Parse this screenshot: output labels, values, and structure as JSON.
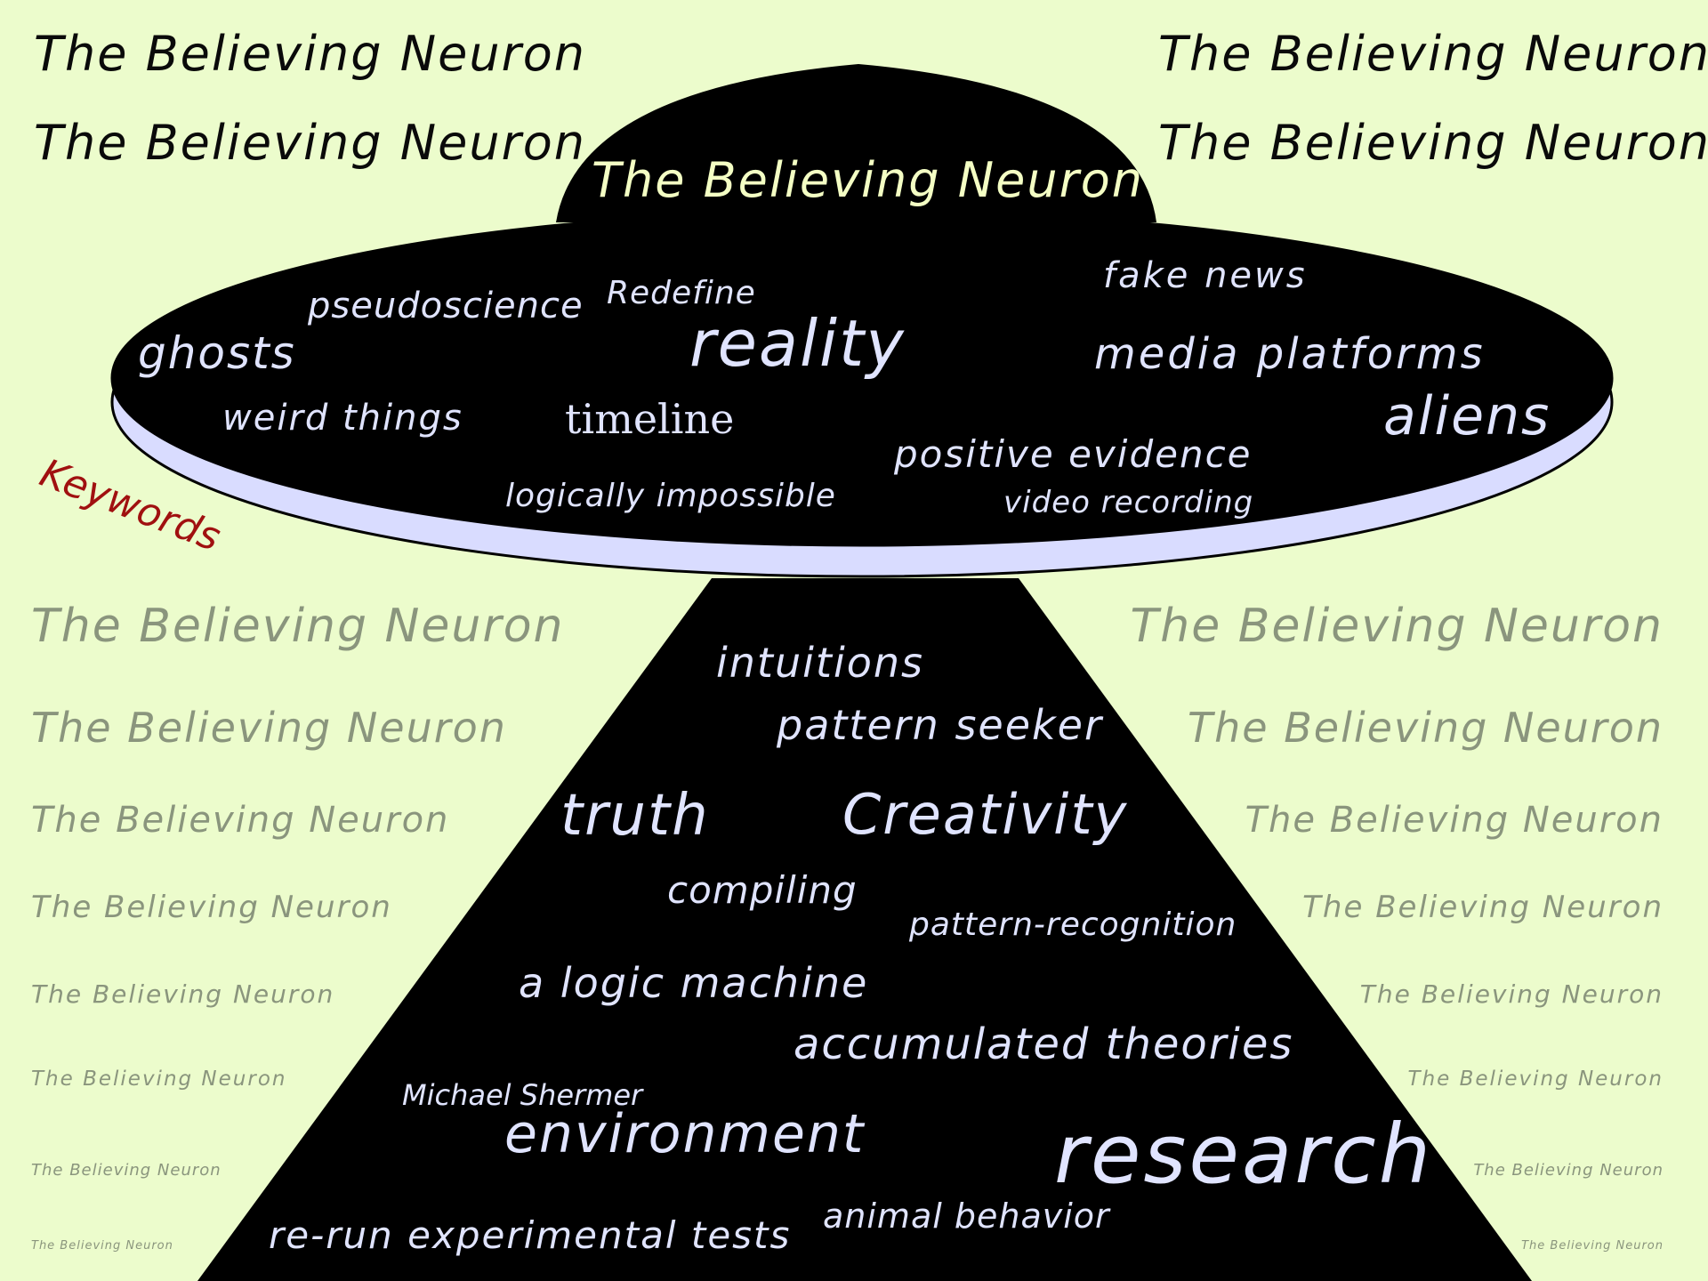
{
  "colors": {
    "background": "#ecfccc",
    "shape": "#000000",
    "rim": "#d9dcff",
    "word": "#e0e4ff",
    "title_on_dark": "#f4ffc4",
    "title_dark": "#0a0a0a",
    "faded_title": "#8a957d",
    "keywords_label": "#a01010"
  },
  "top_titles": {
    "left_1": "The Believing Neuron",
    "left_2": "The Believing Neuron",
    "right_1": "The Believing Neuron",
    "right_2": "The Believing Neuron"
  },
  "saucer": {
    "title": "The Believing Neuron",
    "words": {
      "pseudoscience": "pseudoscience",
      "redefine": "Redefine",
      "fake_news": "fake news",
      "ghosts": "ghosts",
      "reality": "reality",
      "media_platforms": "media platforms",
      "weird_things": "weird things",
      "timeline": "timeline",
      "aliens": "aliens",
      "positive_evidence": "positive evidence",
      "logically_impossible": "logically impossible",
      "video_recording": "video recording"
    }
  },
  "keywords_label": "Keywords",
  "beam_words": {
    "intuitions": "intuitions",
    "pattern_seeker": "pattern seeker",
    "truth": "truth",
    "creativity": "Creativity",
    "compiling": "compiling",
    "pattern_recognition": "pattern-recognition",
    "logic_machine": "a logic machine",
    "accumulated_theories": "accumulated theories",
    "michael_shermer": "Michael Shermer",
    "environment": "environment",
    "research": "research",
    "animal_behavior": "animal behavior",
    "rerun_tests": "re-run experimental tests"
  },
  "faded_titles": {
    "left": [
      "The Believing Neuron",
      "The Believing Neuron",
      "The Believing Neuron",
      "The Believing Neuron",
      "The Believing Neuron",
      "The Believing Neuron",
      "The Believing Neuron",
      "The Believing Neuron"
    ],
    "right": [
      "The Believing Neuron",
      "The Believing Neuron",
      "The Believing Neuron",
      "The Believing Neuron",
      "The Believing Neuron",
      "The Believing Neuron",
      "The Believing Neuron",
      "The Believing Neuron"
    ]
  }
}
